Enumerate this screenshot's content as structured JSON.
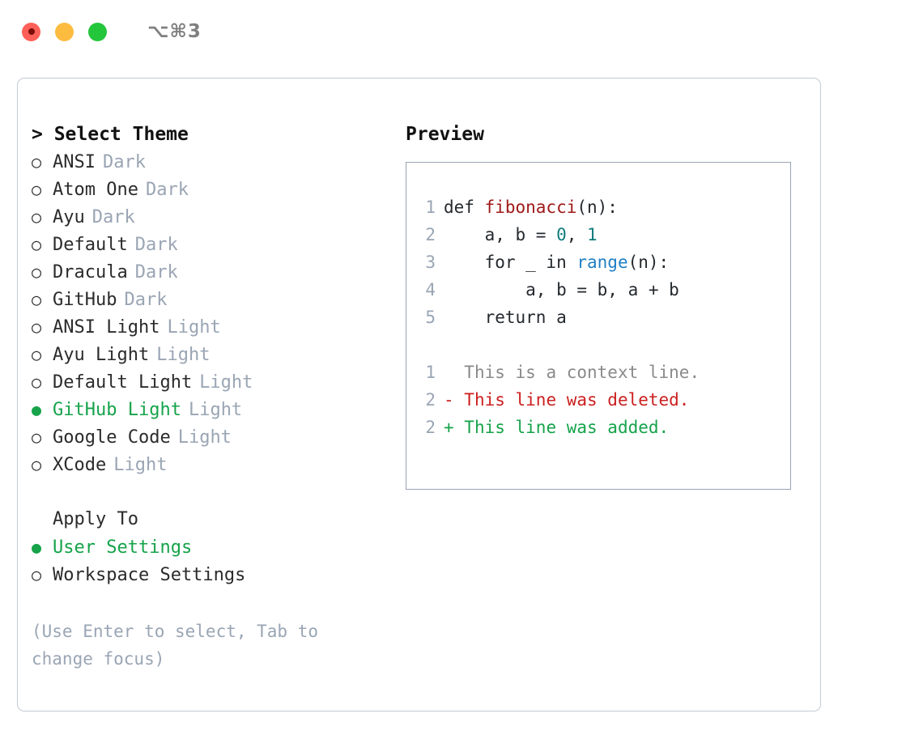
{
  "titlebar": {
    "shortcut": "⌥⌘3",
    "buttons": [
      {
        "name": "close",
        "color": "#fc6058"
      },
      {
        "name": "minimize",
        "color": "#fdbc40"
      },
      {
        "name": "zoom",
        "color": "#24c63c"
      }
    ]
  },
  "colors": {
    "accent_green": "#16a34a",
    "muted": "#9aa5b4",
    "text": "#2b2b2b",
    "border": "#c3cad6",
    "preview_border": "#98a4b4",
    "diff_add": "#16a34a",
    "diff_del": "#cc1f1f",
    "diff_ctx": "#8a8a8a"
  },
  "left": {
    "heading": "> Select Theme",
    "markers": {
      "selected": "●",
      "unselected": "○"
    },
    "themes": [
      {
        "name": "ANSI",
        "tag": "Dark",
        "selected": false
      },
      {
        "name": "Atom One",
        "tag": "Dark",
        "selected": false
      },
      {
        "name": "Ayu",
        "tag": "Dark",
        "selected": false
      },
      {
        "name": "Default",
        "tag": "Dark",
        "selected": false
      },
      {
        "name": "Dracula",
        "tag": "Dark",
        "selected": false
      },
      {
        "name": "GitHub",
        "tag": "Dark",
        "selected": false
      },
      {
        "name": "ANSI Light",
        "tag": "Light",
        "selected": false
      },
      {
        "name": "Ayu Light",
        "tag": "Light",
        "selected": false
      },
      {
        "name": "Default Light",
        "tag": "Light",
        "selected": false
      },
      {
        "name": "GitHub Light",
        "tag": "Light",
        "selected": true
      },
      {
        "name": "Google Code",
        "tag": "Light",
        "selected": false
      },
      {
        "name": "XCode",
        "tag": "Light",
        "selected": false
      }
    ],
    "apply_to": {
      "heading": "Apply To",
      "options": [
        {
          "name": "User Settings",
          "selected": true
        },
        {
          "name": "Workspace Settings",
          "selected": false
        }
      ]
    },
    "hint": "(Use Enter to select, Tab to change focus)"
  },
  "right": {
    "heading": "Preview",
    "code": [
      {
        "no": "1",
        "segments": [
          {
            "text": "def ",
            "cls": "code-text"
          },
          {
            "text": "fibonacci",
            "cls": "tok-fn"
          },
          {
            "text": "(n):",
            "cls": "code-text"
          }
        ]
      },
      {
        "no": "2",
        "segments": [
          {
            "text": "    a, b = ",
            "cls": "code-text"
          },
          {
            "text": "0",
            "cls": "tok-num"
          },
          {
            "text": ", ",
            "cls": "code-text"
          },
          {
            "text": "1",
            "cls": "tok-num"
          }
        ]
      },
      {
        "no": "3",
        "segments": [
          {
            "text": "    for _ in ",
            "cls": "code-text"
          },
          {
            "text": "range",
            "cls": "tok-kw2"
          },
          {
            "text": "(n):",
            "cls": "code-text"
          }
        ]
      },
      {
        "no": "4",
        "segments": [
          {
            "text": "        a, b = b, a + b",
            "cls": "code-text"
          }
        ]
      },
      {
        "no": "5",
        "segments": [
          {
            "text": "    return a",
            "cls": "code-text"
          }
        ]
      }
    ],
    "diff": [
      {
        "no": "1",
        "prefix": "  ",
        "text": "This is a context line.",
        "cls": "diff-ctx"
      },
      {
        "no": "2",
        "prefix": "- ",
        "text": "This line was deleted.",
        "cls": "diff-del"
      },
      {
        "no": "2",
        "prefix": "+ ",
        "text": "This line was added.",
        "cls": "diff-add"
      }
    ]
  }
}
